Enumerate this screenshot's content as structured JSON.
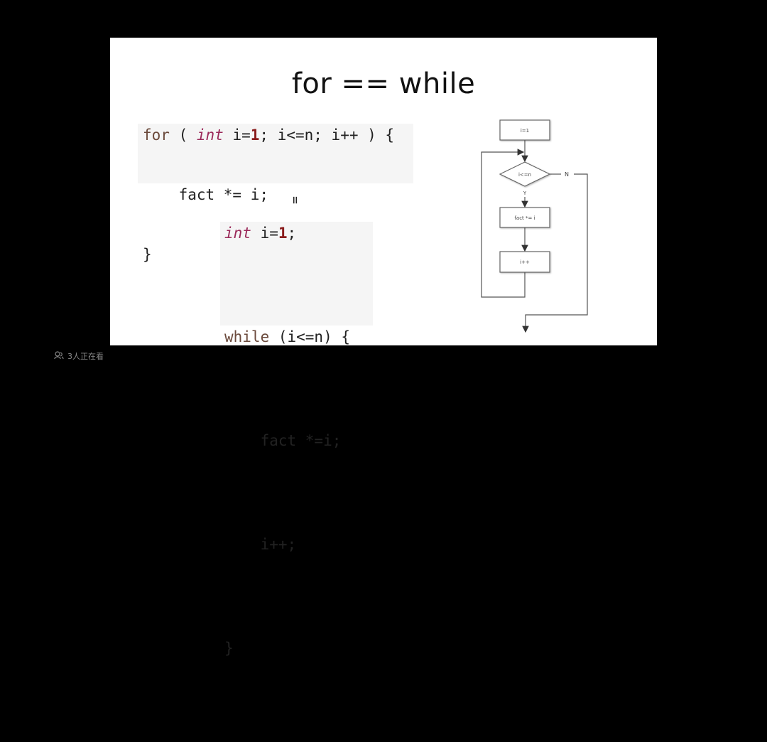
{
  "slide": {
    "title": "for == while",
    "equals_sign": "=",
    "for_code": [
      [
        {
          "t": "for",
          "c": "kw"
        },
        {
          "t": " ( ",
          "c": ""
        },
        {
          "t": "int",
          "c": "ty"
        },
        {
          "t": " i=",
          "c": ""
        },
        {
          "t": "1",
          "c": "num"
        },
        {
          "t": "; i<=n; i++ ) {",
          "c": ""
        }
      ],
      [
        {
          "t": "    fact *= i;",
          "c": ""
        }
      ],
      [
        {
          "t": "}",
          "c": ""
        }
      ]
    ],
    "while_code": [
      [
        {
          "t": "int",
          "c": "ty"
        },
        {
          "t": " i=",
          "c": ""
        },
        {
          "t": "1",
          "c": "num"
        },
        {
          "t": ";",
          "c": ""
        }
      ],
      [
        {
          "t": "while",
          "c": "kw"
        },
        {
          "t": " (i<=n) {",
          "c": ""
        }
      ],
      [
        {
          "t": "    fact *=i;",
          "c": ""
        }
      ],
      [
        {
          "t": "    i++;",
          "c": ""
        }
      ],
      [
        {
          "t": "}",
          "c": ""
        }
      ]
    ],
    "flowchart": {
      "init": "i=1",
      "condition": "i<=n",
      "yes_label": "Y",
      "no_label": "N",
      "body": "fact *= i",
      "increment": "i++"
    }
  },
  "overlay": {
    "viewers_text": "3人正在看",
    "viewers_icon": "people-icon"
  }
}
